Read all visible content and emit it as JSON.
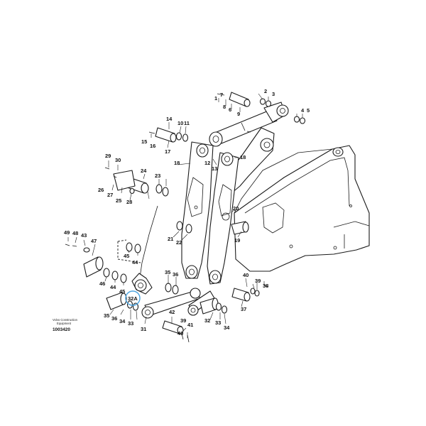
{
  "caption": {
    "line1": "Volvo Construction",
    "line2": "Equipment",
    "figure_number": "1003420"
  },
  "highlight_color": "#4aa3df",
  "callouts": [
    {
      "id": "c1",
      "text": "1"
    },
    {
      "id": "c2",
      "text": "2"
    },
    {
      "id": "c3",
      "text": "3"
    },
    {
      "id": "c4",
      "text": "4"
    },
    {
      "id": "c5",
      "text": "5"
    },
    {
      "id": "c6",
      "text": "6"
    },
    {
      "id": "c7",
      "text": "7"
    },
    {
      "id": "c8",
      "text": "8"
    },
    {
      "id": "c9",
      "text": "9"
    },
    {
      "id": "c10",
      "text": "10"
    },
    {
      "id": "c11",
      "text": "11"
    },
    {
      "id": "c12",
      "text": "12"
    },
    {
      "id": "c13",
      "text": "13"
    },
    {
      "id": "c14",
      "text": "14"
    },
    {
      "id": "c15",
      "text": "15"
    },
    {
      "id": "c16",
      "text": "16"
    },
    {
      "id": "c17",
      "text": "17"
    },
    {
      "id": "c18a",
      "text": "18"
    },
    {
      "id": "c18b",
      "text": "18"
    },
    {
      "id": "c19",
      "text": "19"
    },
    {
      "id": "c20",
      "text": "20"
    },
    {
      "id": "c21",
      "text": "21"
    },
    {
      "id": "c22",
      "text": "22"
    },
    {
      "id": "c23",
      "text": "23"
    },
    {
      "id": "c24",
      "text": "24"
    },
    {
      "id": "c25",
      "text": "25"
    },
    {
      "id": "c26",
      "text": "26"
    },
    {
      "id": "c27",
      "text": "27"
    },
    {
      "id": "c28",
      "text": "28"
    },
    {
      "id": "c29",
      "text": "29"
    },
    {
      "id": "c30",
      "text": "30"
    },
    {
      "id": "c31",
      "text": "31"
    },
    {
      "id": "c32",
      "text": "32"
    },
    {
      "id": "c32A",
      "text": "32A"
    },
    {
      "id": "c33a",
      "text": "33"
    },
    {
      "id": "c33b",
      "text": "33"
    },
    {
      "id": "c34a",
      "text": "34"
    },
    {
      "id": "c34b",
      "text": "34"
    },
    {
      "id": "c35a",
      "text": "35"
    },
    {
      "id": "c35b",
      "text": "35"
    },
    {
      "id": "c36a",
      "text": "36"
    },
    {
      "id": "c36b",
      "text": "36"
    },
    {
      "id": "c37",
      "text": "37"
    },
    {
      "id": "c38",
      "text": "38"
    },
    {
      "id": "c39a",
      "text": "39"
    },
    {
      "id": "c39b",
      "text": "39"
    },
    {
      "id": "c40a",
      "text": "40"
    },
    {
      "id": "c40b",
      "text": "40"
    },
    {
      "id": "c41",
      "text": "41"
    },
    {
      "id": "c42",
      "text": "42"
    },
    {
      "id": "c43",
      "text": "43"
    },
    {
      "id": "c44a",
      "text": "44"
    },
    {
      "id": "c44b",
      "text": "44"
    },
    {
      "id": "c45a",
      "text": "45"
    },
    {
      "id": "c45b",
      "text": "45"
    },
    {
      "id": "c46",
      "text": "46"
    },
    {
      "id": "c47",
      "text": "47"
    },
    {
      "id": "c48",
      "text": "48"
    },
    {
      "id": "c49",
      "text": "49"
    }
  ]
}
